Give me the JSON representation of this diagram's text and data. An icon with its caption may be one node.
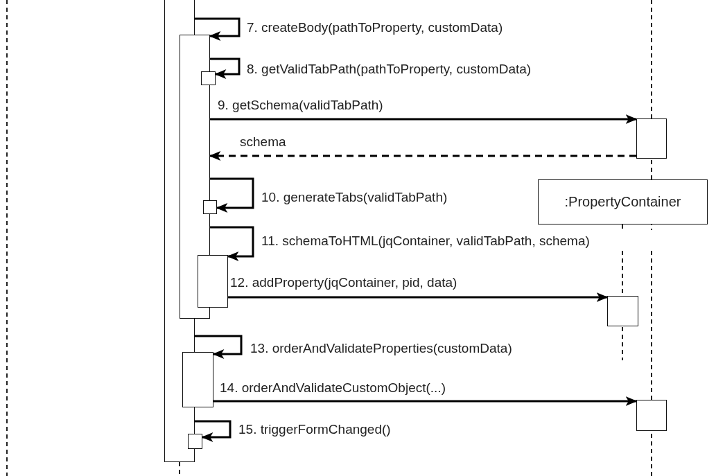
{
  "diagram": {
    "nodes": [
      {
        "text": [],
        "shape": "bar"
      },
      {
        "text": [],
        "shape": "bar"
      },
      {
        "text": [],
        "shape": "bar"
      },
      {
        "text": [],
        "shape": "bar"
      },
      {
        "text": [],
        "shape": "bar"
      },
      {
        "text": [
          ":PropertyContainer"
        ]
      },
      {
        "text": [],
        "shape": "bar"
      },
      {
        "text": [],
        "shape": "bar"
      },
      {
        "text": [],
        "shape": "bar"
      },
      {
        "text": [],
        "shape": "bar"
      },
      {
        "text": [],
        "shape": "bar"
      }
    ],
    "edges": [
      {
        "from": 0,
        "to": 1,
        "arrow": "to",
        "label": "7. createBody(pathToProperty, customData)"
      },
      {
        "from": 1,
        "to": 2,
        "arrow": "to",
        "label": "8. getValidTabPath(pathToProperty, customData)"
      },
      {
        "from": 1,
        "to": 3,
        "arrow": "to",
        "label": "9. getSchema(validTabPath)"
      },
      {
        "from": 3,
        "to": 1,
        "arrow": "to",
        "label": "schema",
        "style": "dashed"
      },
      {
        "from": 1,
        "to": 4,
        "arrow": "to",
        "label": "10. generateTabs(validTabPath)"
      },
      {
        "from": 1,
        "to": 6,
        "arrow": "to",
        "label": "11. schemaToHTML(jqContainer, validTabPath, schema)"
      },
      {
        "from": 6,
        "to": 7,
        "arrow": "to",
        "label": "12. addProperty(jqContainer, pid, data)"
      },
      {
        "from": 0,
        "to": 8,
        "arrow": "to",
        "label": "13. orderAndValidateProperties(customData)"
      },
      {
        "from": 8,
        "to": 9,
        "arrow": "to",
        "label": "14. orderAndValidateCustomObject(...)"
      },
      {
        "from": 0,
        "to": 10,
        "arrow": "to",
        "label": "15. triggerFormChanged()"
      }
    ]
  }
}
